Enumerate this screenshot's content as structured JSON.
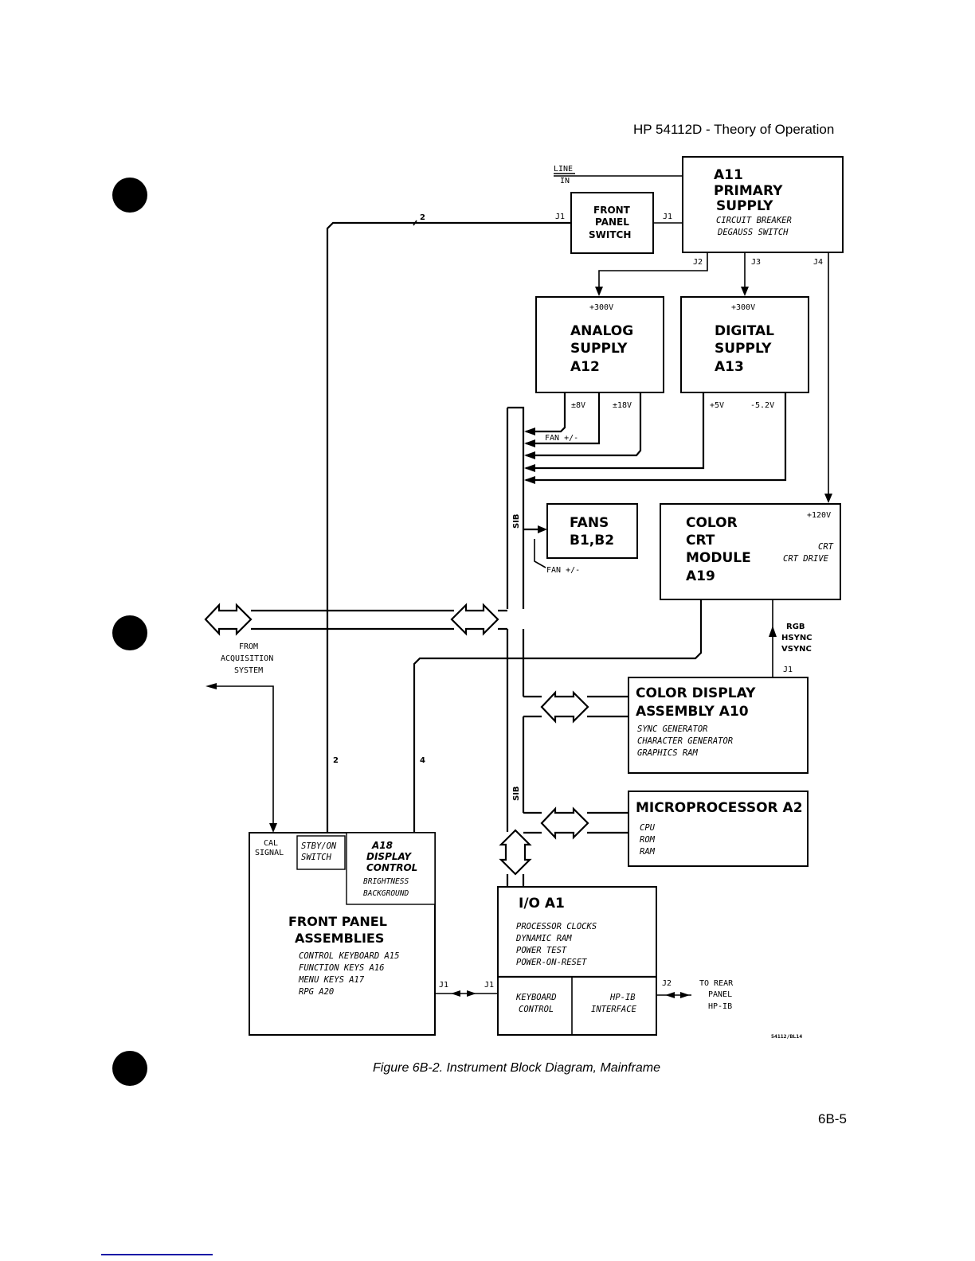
{
  "page": {
    "header": "HP 54112D - Theory of Operation",
    "caption": "Figure 6B-2.  Instrument Block Diagram, Mainframe",
    "page_number": "6B-5",
    "drawing_id": "54112/BL14",
    "footer_rule_color": "#1a1aa6"
  },
  "blocks": {
    "primary_supply": {
      "title": [
        "A11",
        "PRIMARY",
        "SUPPLY"
      ],
      "items": [
        "CIRCUIT BREAKER",
        "DEGAUSS SWITCH"
      ],
      "connectors": [
        "J1",
        "J2",
        "J3",
        "J4"
      ]
    },
    "front_panel_switch": {
      "title": [
        "FRONT",
        "PANEL",
        "SWITCH"
      ],
      "connectors": [
        "J1",
        "J1"
      ]
    },
    "line_in": [
      "LINE",
      "IN"
    ],
    "analog_supply": {
      "input": "+300V",
      "title": [
        "ANALOG",
        "SUPPLY",
        "A12"
      ],
      "outputs": [
        "±8V",
        "±18V"
      ]
    },
    "digital_supply": {
      "input": "+300V",
      "title": [
        "DIGITAL",
        "SUPPLY",
        "A13"
      ],
      "outputs": [
        "+5V",
        "-5.2V"
      ]
    },
    "fans": {
      "title": [
        "FANS",
        "B1,B2"
      ],
      "label": "FAN +/-"
    },
    "fan_line_label": "FAN +/-",
    "sib_label": "SIB",
    "crt_module": {
      "title": [
        "COLOR",
        "CRT",
        "MODULE",
        "A19"
      ],
      "input": "+120V",
      "items": [
        "CRT",
        "CRT DRIVE"
      ]
    },
    "rgb_signals": [
      "RGB",
      "HSYNC",
      "VSYNC"
    ],
    "rgb_connector": "J1",
    "color_display": {
      "title": [
        "COLOR DISPLAY",
        "ASSEMBLY A10"
      ],
      "items": [
        "SYNC GENERATOR",
        "CHARACTER GENERATOR",
        "GRAPHICS RAM"
      ]
    },
    "microprocessor": {
      "title": "MICROPROCESSOR A2",
      "items": [
        "CPU",
        "ROM",
        "RAM"
      ]
    },
    "acquisition": [
      "FROM",
      "ACQUISITION",
      "SYSTEM"
    ],
    "front_panel": {
      "cal_signal": [
        "CAL",
        "SIGNAL"
      ],
      "stby_switch": [
        "STBY/ON",
        "SWITCH"
      ],
      "display_control": {
        "title": [
          "A18",
          "DISPLAY",
          "CONTROL"
        ],
        "items": [
          "BRIGHTNESS",
          "BACKGROUND"
        ]
      },
      "title": [
        "FRONT PANEL",
        "ASSEMBLIES"
      ],
      "items": [
        "CONTROL KEYBOARD A15",
        "FUNCTION KEYS A16",
        "MENU KEYS A17",
        "RPG A20"
      ],
      "connector": "J1"
    },
    "io": {
      "title": "I/O A1",
      "items": [
        "PROCESSOR CLOCKS",
        "DYNAMIC RAM",
        "POWER TEST",
        "POWER-ON-RESET"
      ],
      "keyboard": [
        "KEYBOARD",
        "CONTROL"
      ],
      "hpib": [
        "HP-IB",
        "INTERFACE"
      ],
      "connectors": [
        "J1",
        "J2"
      ]
    },
    "rear_panel": [
      "TO REAR",
      "PANEL",
      "HP-IB"
    ],
    "bus_widths": [
      "2",
      "2",
      "4"
    ]
  }
}
